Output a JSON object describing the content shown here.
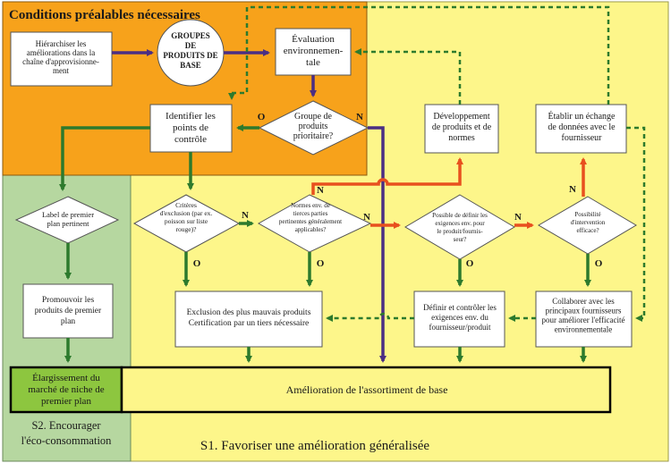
{
  "regions": {
    "conditions_title": "Conditions préalables nécessaires",
    "s2_label": [
      "S2.   Encourager",
      "l'éco-consommation"
    ],
    "s1_label": "S1. Favoriser une amélioration généralisée"
  },
  "nodes": {
    "hierarchiser": [
      "Hiérarchiser les",
      "améliorations dans la",
      "chaîne d'approvisionne-",
      "ment"
    ],
    "groupes": [
      "GROUPES",
      "DE",
      "PRODUITS DE",
      "BASE"
    ],
    "evaluation": [
      "Évaluation",
      "environnemen-",
      "tale"
    ],
    "groupe_prioritaire": [
      "Groupe de",
      "produits",
      "prioritaire?"
    ],
    "identifier": [
      "Identifier les",
      "points de",
      "contrôle"
    ],
    "developpement": [
      "Développement",
      "de produits et de",
      "normes"
    ],
    "echange": [
      "Établir un échange",
      "de données avec le",
      "fournisseur"
    ],
    "label_pertinent": [
      "Label de premier",
      "plan pertinent"
    ],
    "criteres": [
      "Critères",
      "d'exclusion (par ex.",
      "poisson sur liste",
      "rouge)?"
    ],
    "normes_env": [
      "Normes env. de",
      "tierces parties",
      "pertinentes généralement",
      "applicables?"
    ],
    "possible_definir": [
      "Possible de définir les",
      "exigences env. pour",
      "le produit/fournis-",
      "seur?"
    ],
    "possibilite": [
      "Possibilité",
      "d'intervention",
      "efficace?"
    ],
    "promouvoir": [
      "Promouvoir les",
      "produits de premier",
      "plan"
    ],
    "exclusion": [
      "Exclusion des plus mauvais produits",
      "Certification par un tiers nécessaire"
    ],
    "definir_controler": [
      "Définir et contrôler les",
      "exigences env. du",
      "fournisseur/produit"
    ],
    "collaborer": [
      "Collaborer avec les",
      "principaux fournisseurs",
      "pour améliorer l'efficacité",
      "environnementale"
    ],
    "elargissement": [
      "Élargissement du",
      "marché de niche de",
      "premier plan"
    ],
    "amelioration": "Amélioration de l'assortiment de base"
  },
  "edge_labels": {
    "yes": "O",
    "no": "N"
  },
  "colors": {
    "orange_region": "#f7a21b",
    "yellow_region": "#fdf68a",
    "green_region": "#b6d7a0",
    "purple_arrow": "#4b2e83",
    "green_arrow": "#2d7a2d",
    "red_arrow": "#e8501e",
    "dashed_arrow": "#2d7a2d",
    "groupes_text": "#6a2a96",
    "elargissement_fill": "#8dc63f"
  }
}
